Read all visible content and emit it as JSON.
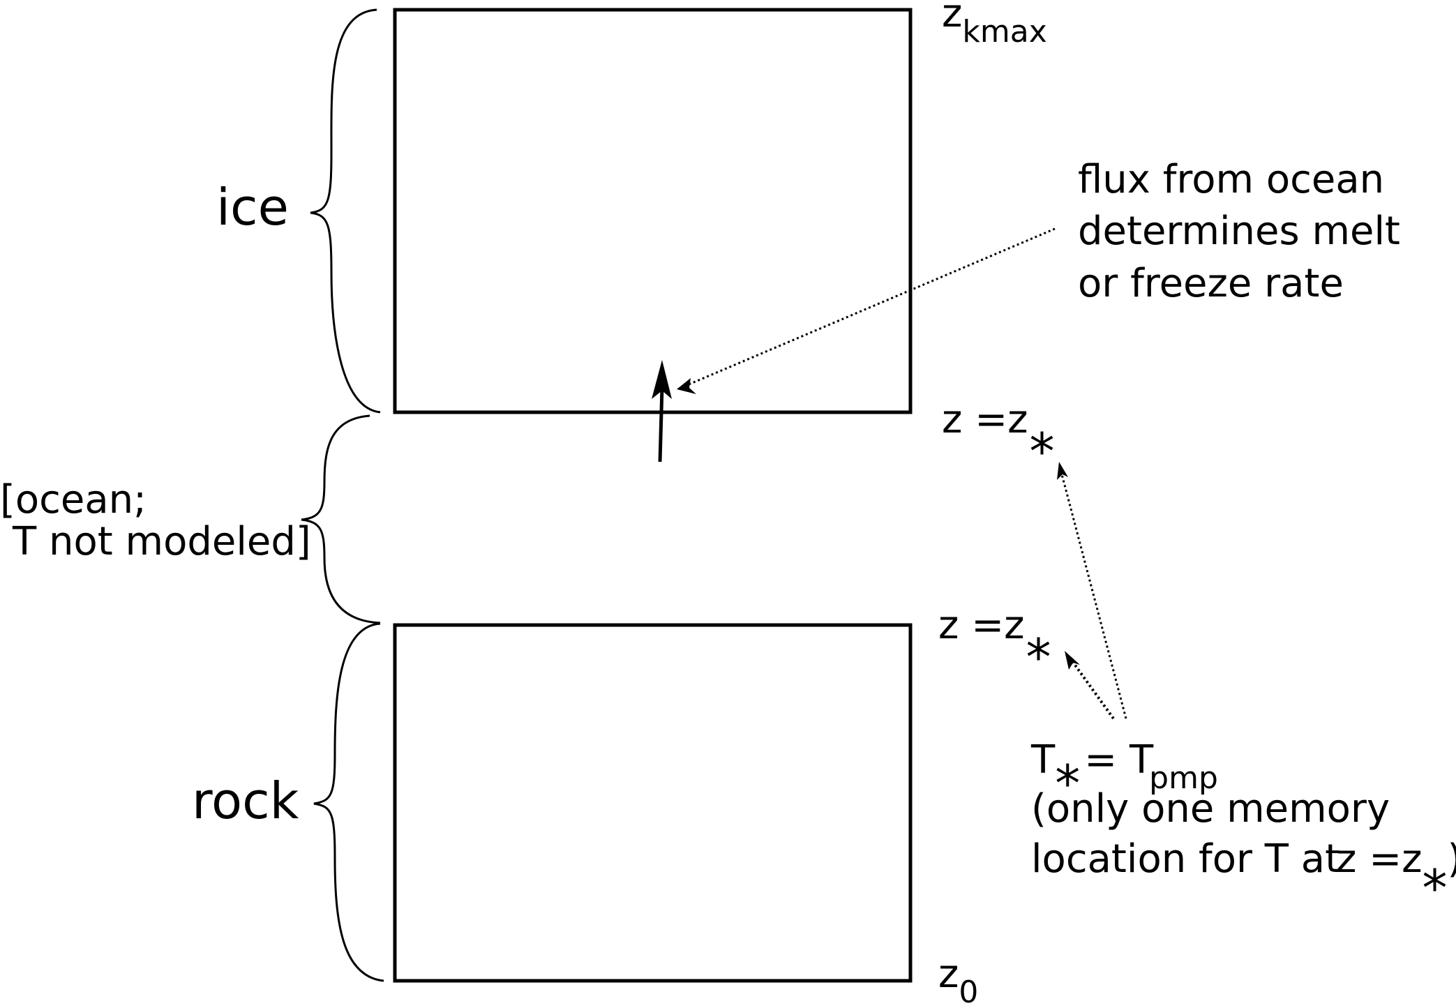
{
  "labels": {
    "ice": "ice",
    "rock": "rock",
    "ocean_line1": "[ocean;",
    "ocean_line2": "T not modeled]"
  },
  "levels": {
    "top": {
      "base": "z",
      "sub": "kmax"
    },
    "ice_base": {
      "base": "z =z",
      "sub": "*"
    },
    "rock_top": {
      "base": "z =z",
      "sub": "*"
    },
    "bottom": {
      "base": "z",
      "sub": "0"
    }
  },
  "annotations": {
    "flux": [
      "flux from ocean",
      "determines melt",
      "or freeze rate"
    ],
    "tstar_T": "T",
    "tstar_star": "*",
    "tstar_eq": "= T",
    "tstar_sub": "pmp",
    "memory_line1": "(only one memory",
    "memory_line2": "location for T at",
    "memory_line2_z": "z =z",
    "memory_line2_star": "*",
    "memory_line2_close": ")"
  }
}
